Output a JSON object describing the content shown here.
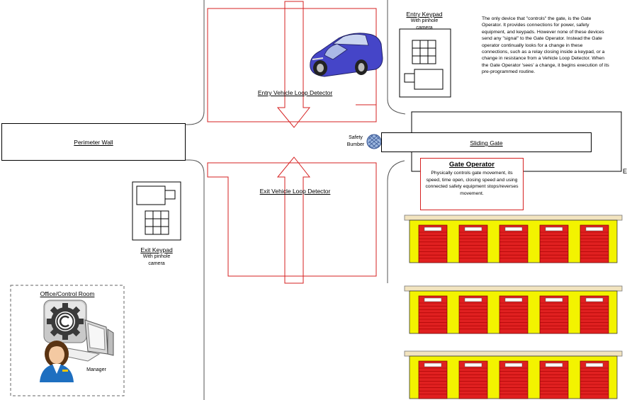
{
  "entry_loop": {
    "label": "Entry Vehicle Loop Detector"
  },
  "exit_loop": {
    "label": "Exit Vehicle Loop Detector"
  },
  "perimeter_wall": {
    "label": "Perimeter Wall"
  },
  "sliding_gate": {
    "label": "Sliding Gate"
  },
  "edge_letter": "E",
  "safety_bumper": {
    "label_line1": "Safety",
    "label_line2": "Bumber"
  },
  "entry_keypad": {
    "title": "Entry Keypad",
    "line1": "With pinhole",
    "line2": "camera"
  },
  "exit_keypad": {
    "title": "Exit Keypad",
    "line1": "With pinhole",
    "line2": "camera"
  },
  "gate_operator": {
    "title": "Gate Operator",
    "description": "Physically controls gate movement, its speed, time open, closing speed and using connected safety equipment stops/reverses movement."
  },
  "explanation": "The only device that \"controls\" the gate, is the Gate Operator. It provides connections for power, safety equipment, and keypads. However none of these devices send any \"signal\" to the Gate Operator. Instead the Gate operator continually looks for a change in these connections, such as a relay closing inside a keypad, or a change in resistance from a Vehicle Loop Detector. When the Gate Operator 'sees' a change, it begins execution of its pre-programmed routine.",
  "office": {
    "title": "Office/Control Room",
    "person_label": "Manager"
  },
  "icons": {
    "car": "car-icon",
    "keypad": "keypad-icon",
    "camera": "camera-icon",
    "gear": "gear-copyright-icon",
    "monitor": "monitor-icon",
    "person": "person-icon",
    "storage": "storage-unit-icon"
  },
  "colors": {
    "loop_red": "#d62020",
    "door_red": "#e02020",
    "building_yellow": "#f3f300",
    "roof_tan": "#f2e4bf",
    "gate_blue": "#9bb5dd",
    "car_blue": "#4545c8"
  }
}
